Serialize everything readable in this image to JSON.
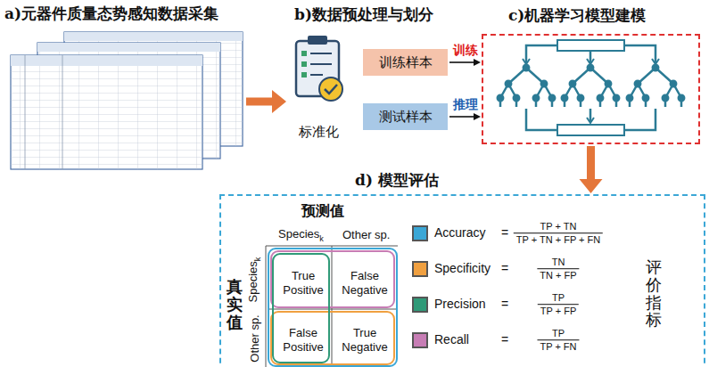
{
  "diagram": {
    "nodes": [
      {
        "text": [
          "a)元器件质量态势感知数据采集"
        ]
      },
      {
        "text": [
          "标准化"
        ]
      },
      {
        "text": [
          "训练样本"
        ]
      },
      {
        "text": [
          "测试样本"
        ]
      },
      {
        "text": [
          "c)机器学习模型建模"
        ]
      },
      {
        "text": [
          "d) 模型评估"
        ]
      },
      {
        "text": [
          "True Positive"
        ],
        "in": 5
      },
      {
        "text": [
          "False Negative"
        ],
        "in": 5
      },
      {
        "text": [
          "False Positive"
        ],
        "in": 5
      },
      {
        "text": [
          "True Negative"
        ],
        "in": 5
      }
    ],
    "edges": [
      {
        "from": 0,
        "to": 1,
        "arrow": "to"
      },
      {
        "from": 2,
        "to": 4,
        "label": "训练",
        "arrow": "to"
      },
      {
        "from": 3,
        "to": 4,
        "label": "推理",
        "arrow": "to"
      },
      {
        "from": 4,
        "to": 5,
        "arrow": "to"
      }
    ],
    "labels": [
      "b)数据预处理与划分",
      "预测值",
      "Species",
      "k",
      "Other sp.",
      "Species",
      "k",
      "Other sp.",
      "真实值",
      "=",
      "TP + TN",
      "TP + TN + FP + FN",
      "=",
      "TN",
      "TN + FP",
      "=",
      "TP",
      "TP + FP",
      "=",
      "TP",
      "TP + FN",
      "评价指标"
    ],
    "legend": [
      {
        "text": "Accuracy",
        "color": "#3ba7d6"
      },
      {
        "text": "Specificity",
        "color": "#f0a040"
      },
      {
        "text": "Precision",
        "color": "#2f9a78"
      },
      {
        "text": "Recall",
        "color": "#c77db5"
      }
    ]
  }
}
